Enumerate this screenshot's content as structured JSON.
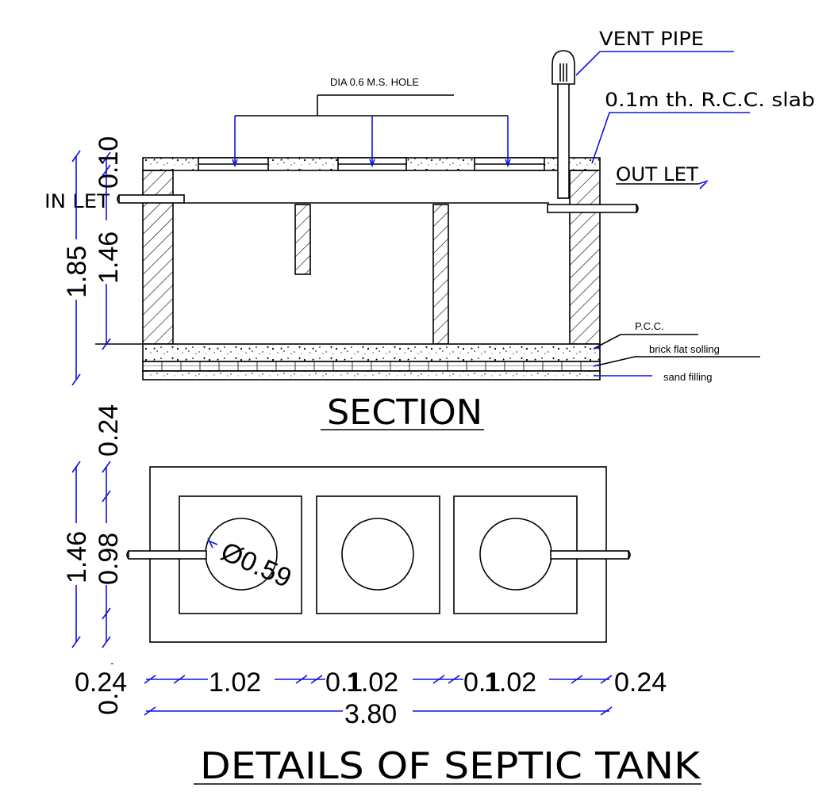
{
  "section": {
    "title": "SECTION",
    "labels": {
      "hole": "DIA 0.6 M.S. HOLE",
      "vent": "VENT PIPE",
      "slab": "0.1m th. R.C.C. slab",
      "outlet": "OUT LET",
      "inlet": "IN LET",
      "pcc": "P.C.C.",
      "solling": "brick flat solling",
      "sand": "sand filling"
    },
    "dims": {
      "total": "1.85",
      "slab": "0.10",
      "depth": "1.46"
    }
  },
  "plan": {
    "dims": {
      "upper": "0.24",
      "width": "1.46",
      "chamber": "0.98",
      "lower": "0.24",
      "dia": "Ø0.59"
    },
    "horizontal": {
      "a": "0.24",
      "b": "1.02",
      "c": "0.1",
      "d": "1.02",
      "e": "0.1",
      "f": "1.02",
      "g": "0.24",
      "total": "3.80"
    }
  },
  "title": "DETAILS OF SEPTIC TANK",
  "colors": {
    "line": "#000000",
    "dimension": "#1010e0"
  }
}
